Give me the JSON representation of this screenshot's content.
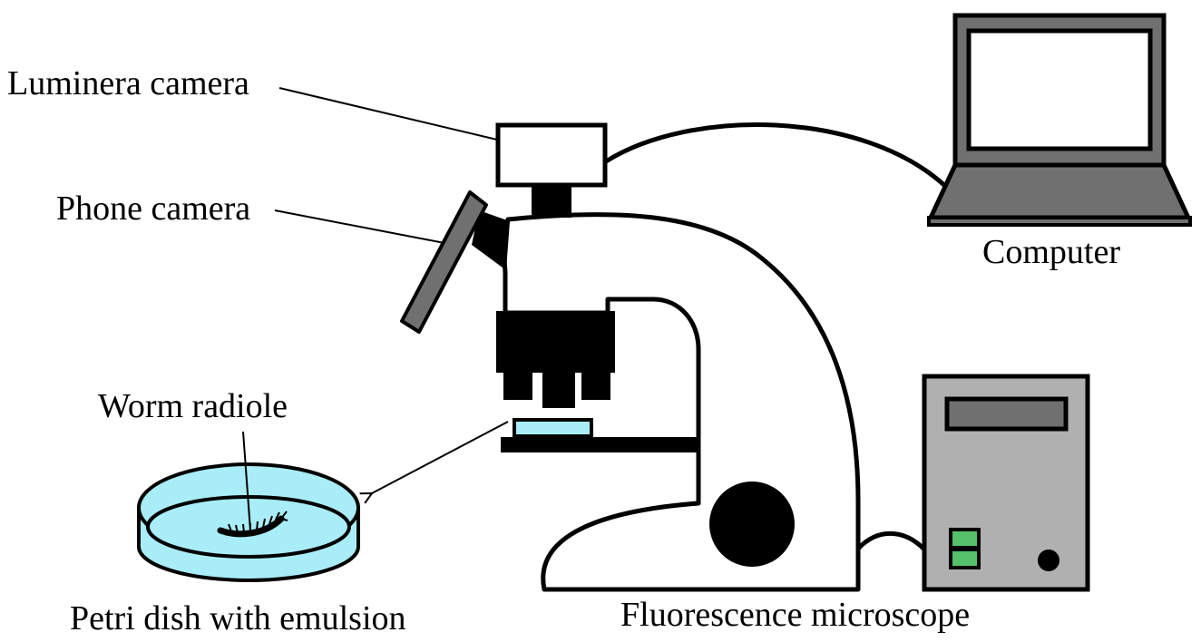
{
  "labels": {
    "luminera_camera": "Luminera camera",
    "phone_camera": "Phone camera",
    "computer": "Computer",
    "worm_radiole": "Worm radiole",
    "petri_dish": "Petri dish with emulsion",
    "microscope": "Fluorescence microscope"
  },
  "colors": {
    "outline": "#000000",
    "screen_gray": "#707070",
    "box_gray": "#b0b0b0",
    "emulsion": "#a8edf7",
    "indicator_green": "#55c16a",
    "background": "#ffffff"
  }
}
